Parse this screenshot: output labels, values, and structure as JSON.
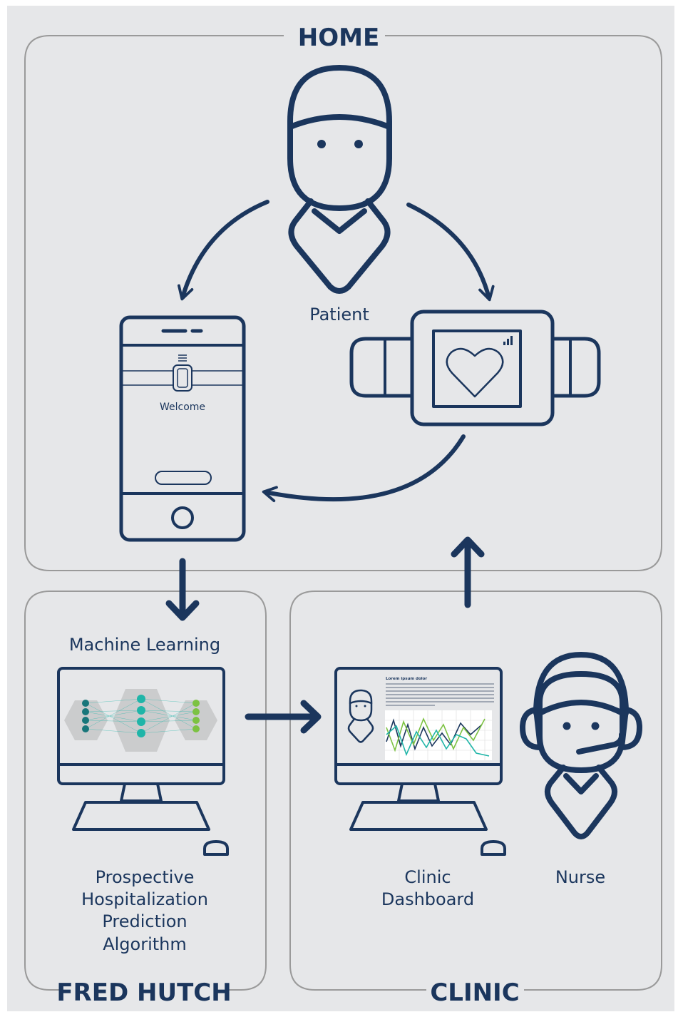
{
  "colors": {
    "background": "#e6e7e9",
    "navy": "#1b365d",
    "teal": "#1fb5a8",
    "green": "#7cc242",
    "dark_teal": "#18767a",
    "border_gray": "#9a9a9a"
  },
  "sections": {
    "home": "HOME",
    "fred_hutch": "FRED HUTCH",
    "clinic": "CLINIC"
  },
  "labels": {
    "patient": "Patient",
    "welcome": "Welcome",
    "machine_learning": "Machine Learning",
    "algorithm_lines": [
      "Prospective",
      "Hospitalization",
      "Prediction",
      "Algorithm"
    ],
    "dashboard_lines": [
      "Clinic",
      "Dashboard"
    ],
    "nurse": "Nurse"
  },
  "dashboard_screen": {
    "heading": "Lorem ipsum dolor"
  },
  "icons": {
    "patient": "patient-icon",
    "phone": "smartphone-icon",
    "watch": "smartwatch-icon",
    "heart": "heart-icon",
    "ml_monitor": "computer-monitor-icon",
    "neural_network": "neural-network-icon",
    "clinic_monitor": "computer-monitor-icon",
    "chart": "line-chart-icon",
    "nurse": "nurse-headset-icon",
    "mouse": "mouse-icon"
  }
}
